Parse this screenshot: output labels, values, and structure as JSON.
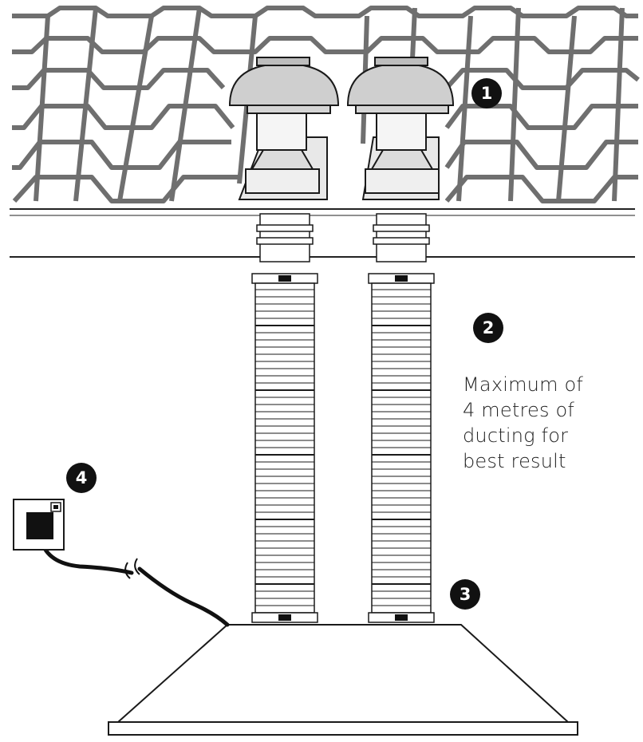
{
  "colors": {
    "line": "#1a1a1a",
    "tile_stroke": "#6f6f6f",
    "badge_bg": "#111111",
    "badge_text": "#ffffff",
    "text": "#222222"
  },
  "icons": [
    "roof-tiles",
    "roof-vent-cowl",
    "flexible-duct",
    "duct-clamp",
    "range-hood",
    "wall-power-switch",
    "power-cable"
  ],
  "callouts": [
    {
      "number": "1",
      "target": "roof-vent-cowl"
    },
    {
      "number": "2",
      "target": "flexible-duct"
    },
    {
      "number": "3",
      "target": "duct-hood-connection"
    },
    {
      "number": "4",
      "target": "wall-power-switch"
    }
  ],
  "note": {
    "lines": [
      "Maximum of",
      "4 metres of",
      "ducting for",
      "best result"
    ]
  }
}
